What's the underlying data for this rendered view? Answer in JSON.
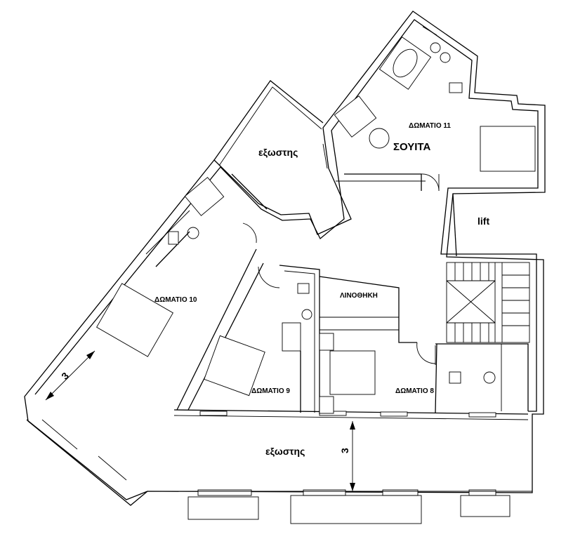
{
  "plan": {
    "rooms": {
      "balcony_top": "εξωστης",
      "suite": "ΣΟΥΙΤΑ",
      "room11": "ΔΩΜΑΤΙΟ 11",
      "lift": "lift",
      "room10": "ΔΩΜΑΤΙΟ 10",
      "linen": "ΛΙΝΟΘΗΚΗ",
      "room9": "ΔΩΜΑΤΙΟ 9",
      "room8": "ΔΩΜΑΤΙΟ 8",
      "balcony_bottom": "εξωστης"
    },
    "dimensions": {
      "left_balcony_depth": "3",
      "bottom_balcony_depth": "3"
    }
  }
}
